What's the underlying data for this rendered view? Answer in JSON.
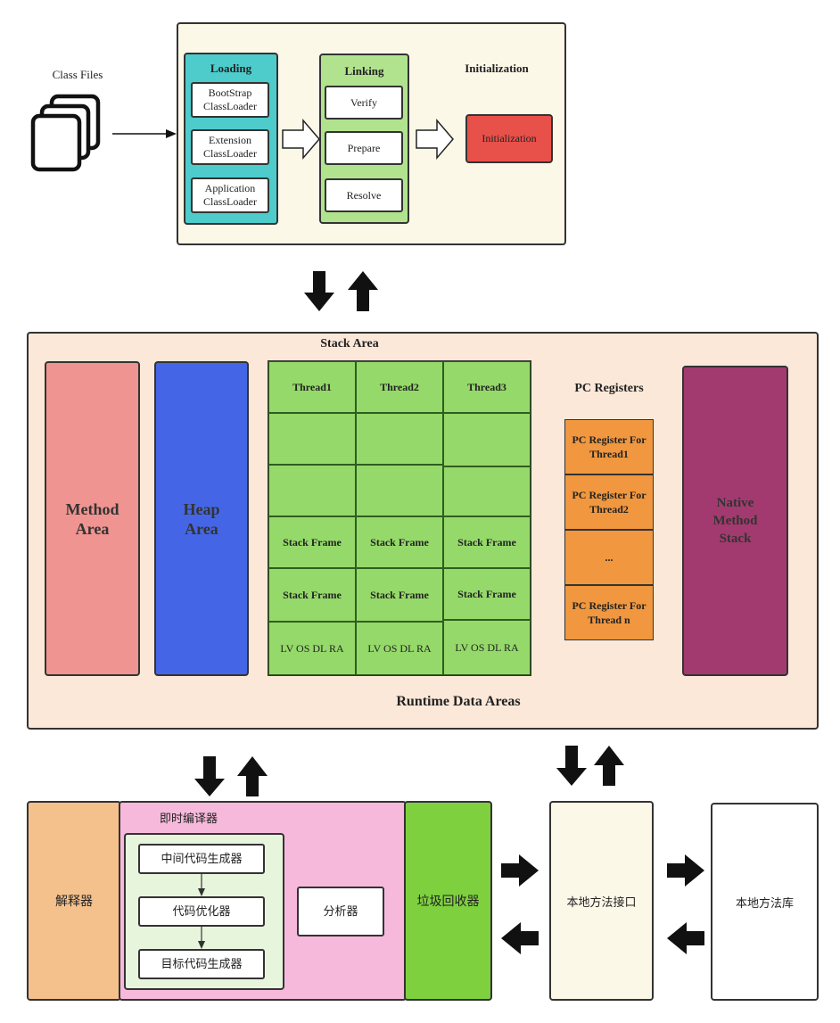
{
  "class_loader": {
    "class_files_label": "Class Files",
    "loading": {
      "title": "Loading",
      "items": [
        "BootStrap\nClassLoader",
        "Extension\nClassLoader",
        "Application\nClassLoader"
      ]
    },
    "linking": {
      "title": "Linking",
      "items": [
        "Verify",
        "Prepare",
        "Resolve"
      ]
    },
    "initialization": {
      "title": "Initialization",
      "box_label": "Initialization"
    }
  },
  "runtime": {
    "title": "Runtime Data Areas",
    "stack_area_title": "Stack Area",
    "method_area": "Method\nArea",
    "heap_area": "Heap\nArea",
    "threads": [
      {
        "name": "Thread1",
        "frames": [
          "",
          "",
          "Stack Frame",
          "Stack Frame",
          "LV OS DL RA"
        ]
      },
      {
        "name": "Thread2",
        "frames": [
          "",
          "",
          "Stack Frame",
          "Stack Frame",
          "LV OS DL RA"
        ]
      },
      {
        "name": "Thread3",
        "frames": [
          "",
          "",
          "Stack Frame",
          "Stack Frame",
          "LV OS DL RA"
        ]
      }
    ],
    "pc_registers_title": "PC Registers",
    "pc_registers": [
      "PC Register For\nThread1",
      "PC Register For\nThread2",
      "...",
      "PC Register For\nThread n"
    ],
    "native_method_stack": "Native\nMethod\nStack"
  },
  "execution_engine": {
    "interpreter": "解释器",
    "jit_title": "即时编译器",
    "jit_steps": [
      "中间代码生成器",
      "代码优化器",
      "目标代码生成器"
    ],
    "analyzer": "分析器",
    "garbage_collector": "垃圾回收器"
  },
  "native": {
    "interface": "本地方法接口",
    "library": "本地方法库"
  },
  "colors": {
    "loader_bg": "#fcf8e8",
    "loading": "#4ecbcb",
    "linking": "#b1e38f",
    "initialization": "#e8504a",
    "runtime_bg": "#fbe8d8",
    "method_area": "#ef9490",
    "heap_area": "#4466e6",
    "stack_frame": "#95d96a",
    "pc_register": "#f0973f",
    "native_stack": "#a33a6f",
    "interpreter": "#f4c08c",
    "jit": "#f6b9db",
    "jit_inner": "#e8f5dd",
    "garbage_collector": "#7ed03f",
    "native_interface": "#fcf8e8",
    "native_library": "#ffffff"
  }
}
